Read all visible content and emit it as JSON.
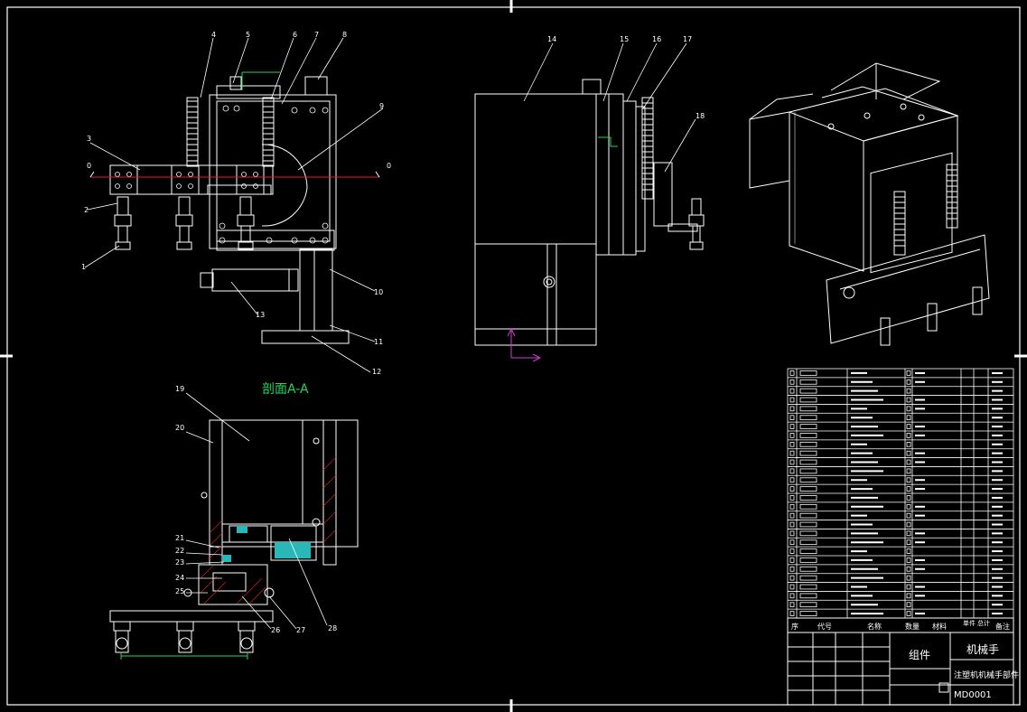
{
  "drawing": {
    "section_title": "剖面A-A",
    "front_callouts": [
      "1",
      "2",
      "3",
      "4",
      "5",
      "6",
      "7",
      "8",
      "9",
      "10",
      "11",
      "12",
      "13"
    ],
    "side_callouts": [
      "14",
      "15",
      "16",
      "17",
      "18"
    ],
    "section_callouts": [
      "19",
      "20",
      "21",
      "22",
      "23",
      "24",
      "25",
      "26",
      "27",
      "28"
    ],
    "cut_marker": "0"
  },
  "title_block": {
    "header": [
      "序",
      "代号",
      "名称",
      "数量",
      "材料",
      "单件",
      "总计",
      "备注"
    ],
    "label_assembly": "组件",
    "label_product": "机械手",
    "label_subtitle": "注塑机机械手部件",
    "drawing_no": "MD0001"
  },
  "colors": {
    "background": "#000000",
    "line": "#ffffff",
    "section_label": "#22d65a",
    "centerline": "#e02020",
    "fill_section": "#2ab7b7",
    "ucs": "#d040d0"
  }
}
